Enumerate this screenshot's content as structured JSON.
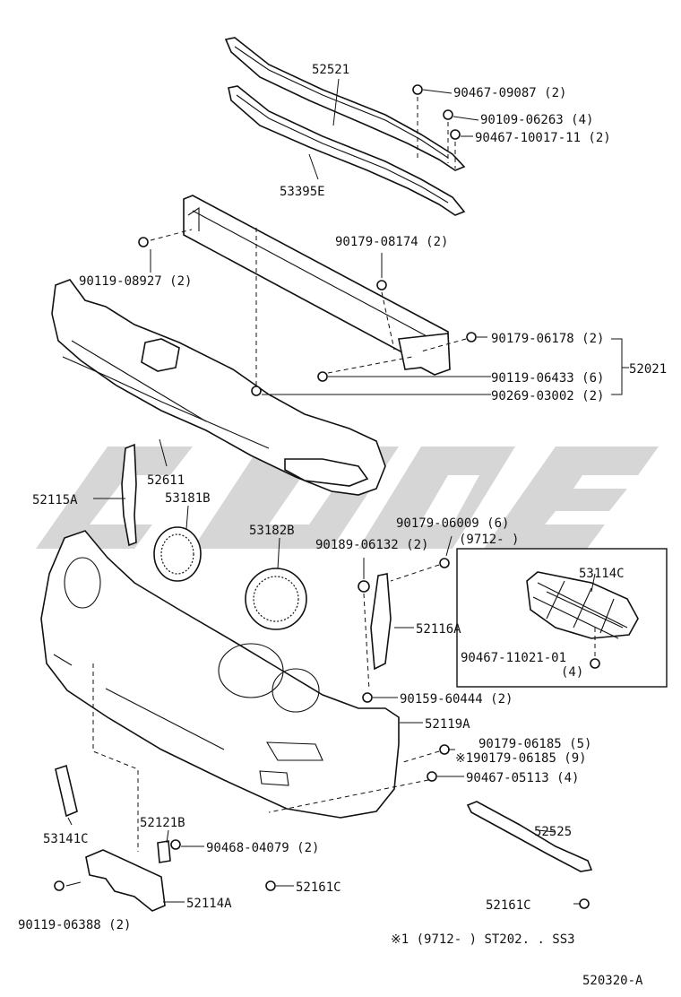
{
  "parts": {
    "p52521": "52521",
    "p53395E": "53395E",
    "p90467_09087": "90467-09087 (2)",
    "p90109_06263": "90109-06263 (4)",
    "p90467_10017_11": "90467-10017-11 (2)",
    "p90119_08927": "90119-08927 (2)",
    "p90179_08174": "90179-08174 (2)",
    "p90179_06178": "90179-06178 (2)",
    "p90119_06433": "90119-06433 (6)",
    "p90269_03002": "90269-03002 (2)",
    "p52021": "52021",
    "p52611": "52611",
    "p52115A": "52115A",
    "p53181B": "53181B",
    "p53182B": "53182B",
    "p90179_06009": "90179-06009 (6)",
    "p9712_range": "(9712-        )",
    "p90189_06132": "90189-06132 (2)",
    "p53114C": "53114C",
    "p52116A": "52116A",
    "p90467_11021_01": "90467-11021-01",
    "p90467_11021_01_qty": "(4)",
    "p90159_60444": "90159-60444 (2)",
    "p52119A": "52119A",
    "p90179_06185": "90179-06185 (5)",
    "p190179_06185": "※190179-06185 (9)",
    "p90467_05113": "90467-05113 (4)",
    "p53141C": "53141C",
    "p52121B": "52121B",
    "p90468_04079": "90468-04079 (2)",
    "p52525": "52525",
    "p52161C_a": "52161C",
    "p52161C_b": "52161C",
    "p52114A": "52114A",
    "p90119_06388": "90119-06388 (2)"
  },
  "footnote": "※1 (9712-       ) ST202. . SS3",
  "figure_id": "520320-A"
}
